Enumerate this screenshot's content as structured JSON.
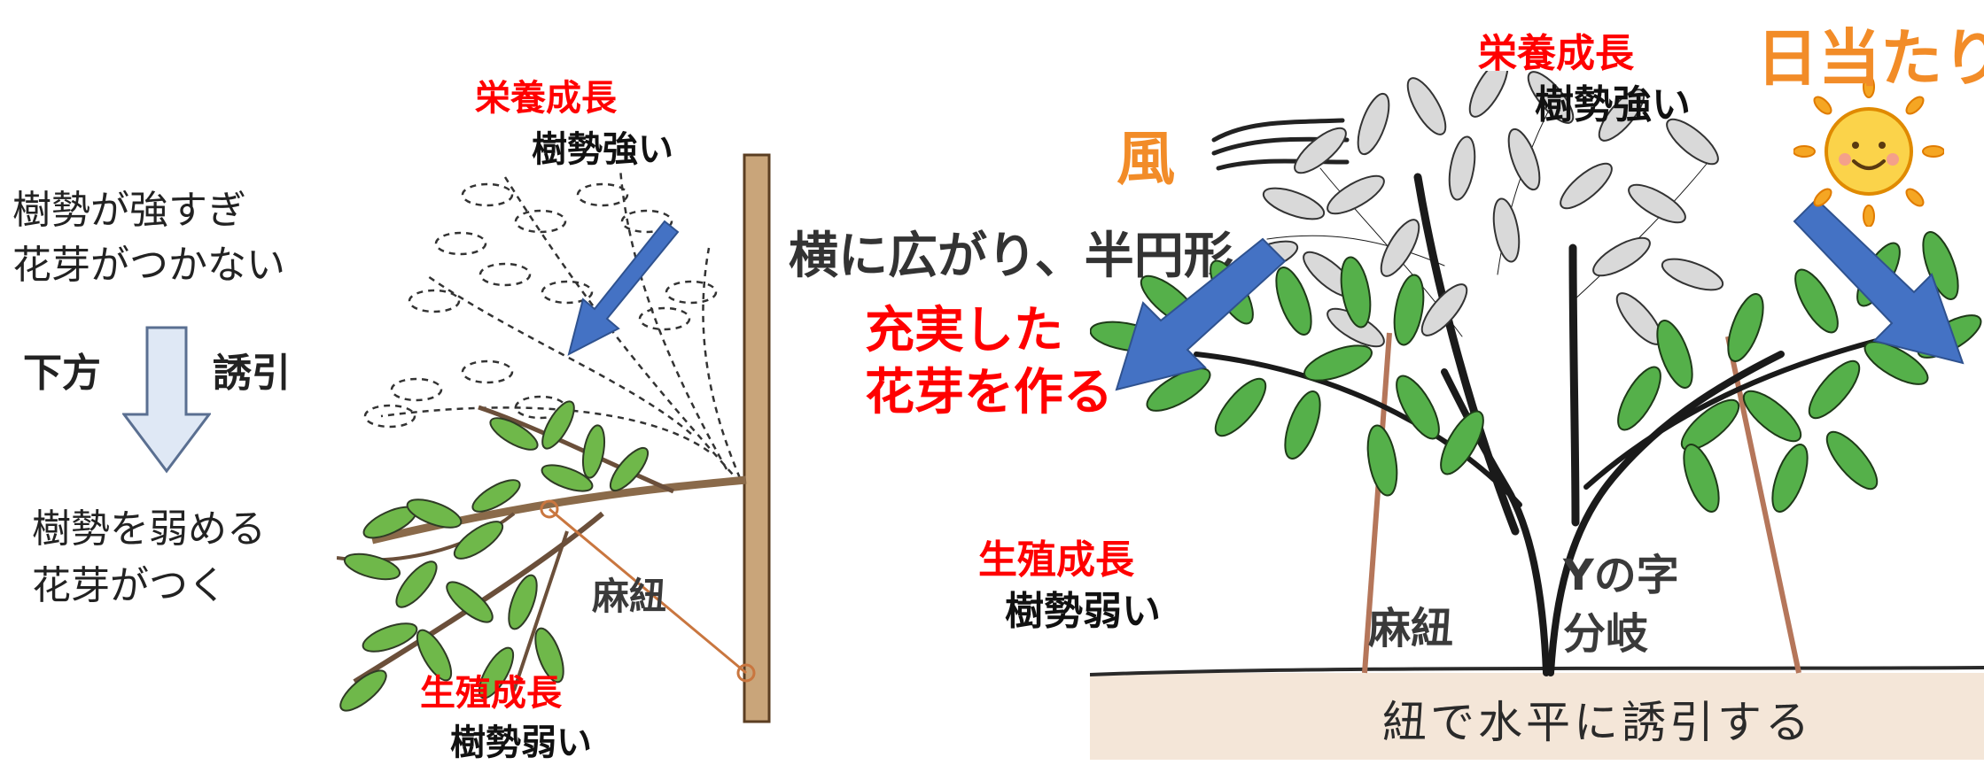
{
  "colors": {
    "red": "#ff0000",
    "orange": "#f28c28",
    "blue_arrow": "#4472c4",
    "leaf_green": "#55b04a",
    "leaf_gray": "#d3d3d3",
    "ground": "#f4e6d8",
    "twine": "#b5765a",
    "stake": "#b07c4c"
  },
  "left_panel": {
    "problem_line1": "樹勢が強すぎ",
    "problem_line2": "花芽がつかない",
    "arrow_left_label": "下方",
    "arrow_right_label": "誘引",
    "result_line1": "樹勢を弱める",
    "result_line2": "花芽がつく"
  },
  "left_diagram": {
    "top_red_label": "栄養成長",
    "top_black_label": "樹勢強い",
    "twine_label": "麻紐",
    "bottom_red_label": "生殖成長",
    "bottom_black_label": "樹勢弱い"
  },
  "middle": {
    "wind_label": "風",
    "shape_label": "横に広がり、半円形",
    "goal_line1": "充実した",
    "goal_line2": "花芽を作る"
  },
  "right_diagram": {
    "top_red_label": "栄養成長",
    "top_black_label": "樹勢強い",
    "sun_label": "日当たり",
    "lower_red_label": "生殖成長",
    "lower_black_label": "樹勢弱い",
    "twine_label": "麻紐",
    "branch_label_line1": "Yの字",
    "branch_label_line2": "分岐",
    "ground_caption": "紐で水平に誘引する"
  }
}
